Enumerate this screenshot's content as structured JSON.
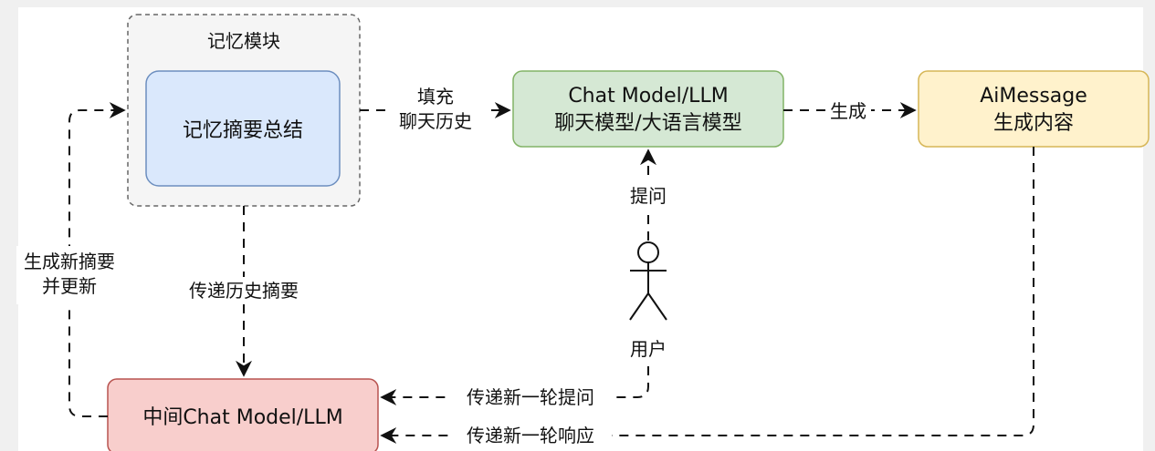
{
  "nodes": {
    "memory_module": {
      "title": "记忆模块"
    },
    "memory_summary": {
      "label": "记忆摘要总结"
    },
    "chat_model": {
      "line1": "Chat Model/LLM",
      "line2": "聊天模型/大语言模型"
    },
    "ai_message": {
      "line1": "AiMessage",
      "line2": "生成内容"
    },
    "middle_model": {
      "label": "中间Chat Model/LLM"
    },
    "user": {
      "label": "用户"
    }
  },
  "edges": {
    "fill_history": {
      "line1": "填充",
      "line2": "聊天历史"
    },
    "generate": {
      "label": "生成"
    },
    "ask": {
      "label": "提问"
    },
    "pass_summary": {
      "label": "传递历史摘要"
    },
    "new_summary": {
      "line1": "生成新摘要",
      "line2": "并更新"
    },
    "pass_question": {
      "label": "传递新一轮提问"
    },
    "pass_response": {
      "label": "传递新一轮响应"
    }
  },
  "colors": {
    "memory_module_fill": "#f5f5f5",
    "memory_module_stroke": "#666666",
    "blue_fill": "#dae8fc",
    "blue_stroke": "#6c8ebf",
    "green_fill": "#d5e8d4",
    "green_stroke": "#82b366",
    "yellow_fill": "#fff2cc",
    "yellow_stroke": "#d6b656",
    "red_fill": "#f8cecc",
    "red_stroke": "#b85450"
  }
}
